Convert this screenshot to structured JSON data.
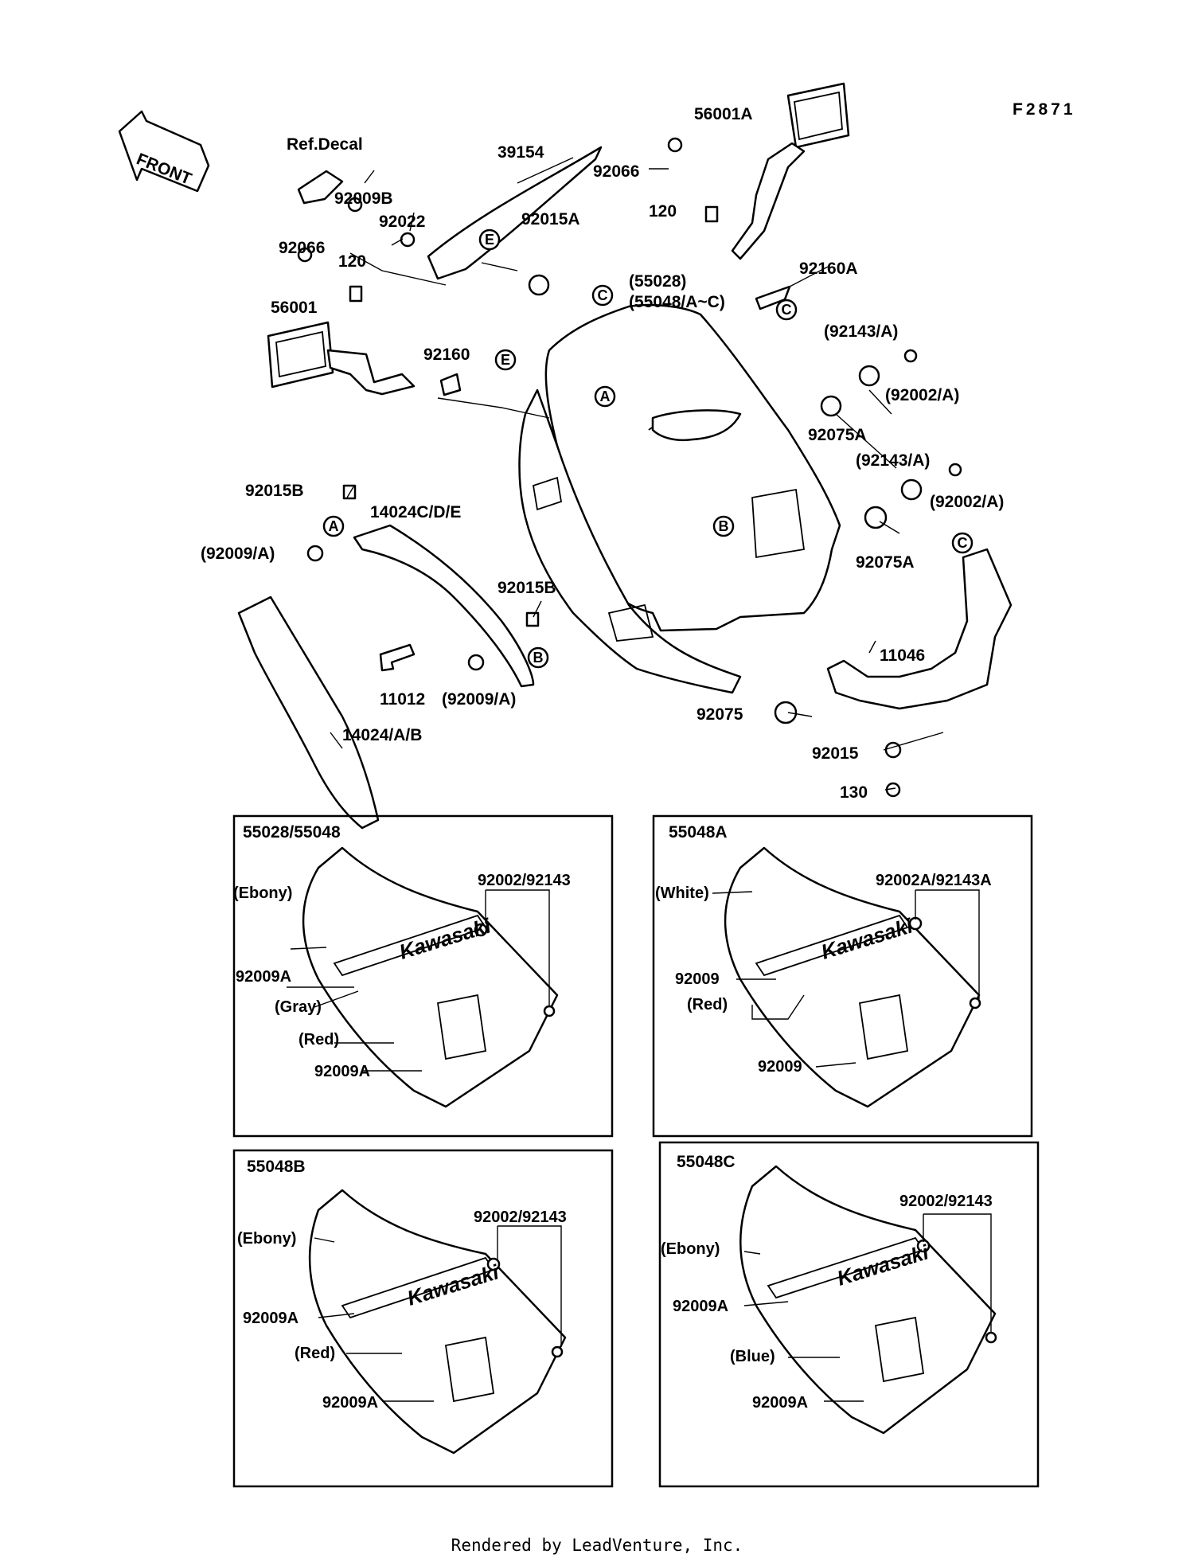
{
  "ref_code": "F2871",
  "front_arrow": "FRONT",
  "footer": "Rendered by LeadVenture, Inc.",
  "colors": {
    "ink": "#000000",
    "paper": "#ffffff"
  },
  "callouts": [
    {
      "id": "c1",
      "text": "Ref.Decal"
    },
    {
      "id": "c2",
      "text": "39154"
    },
    {
      "id": "c3",
      "text": "56001A"
    },
    {
      "id": "c4",
      "text": "92066"
    },
    {
      "id": "c5",
      "text": "92009B"
    },
    {
      "id": "c6",
      "text": "92022"
    },
    {
      "id": "c7",
      "text": "120"
    },
    {
      "id": "c8",
      "text": "92015A"
    },
    {
      "id": "c9",
      "text": "92066"
    },
    {
      "id": "c10",
      "text": "120"
    },
    {
      "id": "c11",
      "text": "92160A"
    },
    {
      "id": "c12",
      "text": "(55028)"
    },
    {
      "id": "c13",
      "text": "(55048/A~C)"
    },
    {
      "id": "c14",
      "text": "56001"
    },
    {
      "id": "c15",
      "text": "92160"
    },
    {
      "id": "c16",
      "text": "(92143/A)"
    },
    {
      "id": "c17",
      "text": "(92002/A)"
    },
    {
      "id": "c18",
      "text": "92075A"
    },
    {
      "id": "c19",
      "text": "(92143/A)"
    },
    {
      "id": "c20",
      "text": "(92002/A)"
    },
    {
      "id": "c21",
      "text": "92015B"
    },
    {
      "id": "c22",
      "text": "14024C/D/E"
    },
    {
      "id": "c23",
      "text": "(92009/A)"
    },
    {
      "id": "c24",
      "text": "92075A"
    },
    {
      "id": "c25",
      "text": "92015B"
    },
    {
      "id": "c26",
      "text": "11046"
    },
    {
      "id": "c27",
      "text": "11012"
    },
    {
      "id": "c28",
      "text": "(92009/A)"
    },
    {
      "id": "c29",
      "text": "92075"
    },
    {
      "id": "c30",
      "text": "14024/A/B"
    },
    {
      "id": "c31",
      "text": "92015"
    },
    {
      "id": "c32",
      "text": "130"
    }
  ],
  "circle_markers": [
    {
      "id": "m1",
      "text": "C"
    },
    {
      "id": "m2",
      "text": "E"
    },
    {
      "id": "m3",
      "text": "C"
    },
    {
      "id": "m4",
      "text": "E"
    },
    {
      "id": "m5",
      "text": "A"
    },
    {
      "id": "m6",
      "text": "A"
    },
    {
      "id": "m7",
      "text": "B"
    },
    {
      "id": "m8",
      "text": "C"
    },
    {
      "id": "m9",
      "text": "B"
    }
  ],
  "insets": [
    {
      "title": "55028/55048",
      "logo": "Kawasaki",
      "labels": [
        "92002/92143",
        "(Ebony)",
        "92009A",
        "(Gray)",
        "(Red)",
        "92009A"
      ]
    },
    {
      "title": "55048A",
      "logo": "Kawasaki",
      "labels": [
        "92002A/92143A",
        "(White)",
        "92009",
        "(Red)",
        "92009"
      ]
    },
    {
      "title": "55048B",
      "logo": "Kawasaki",
      "labels": [
        "92002/92143",
        "(Ebony)",
        "92009A",
        "(Red)",
        "92009A"
      ]
    },
    {
      "title": "55048C",
      "logo": "Kawasaki",
      "labels": [
        "92002/92143",
        "(Ebony)",
        "92009A",
        "(Blue)",
        "92009A"
      ]
    }
  ]
}
